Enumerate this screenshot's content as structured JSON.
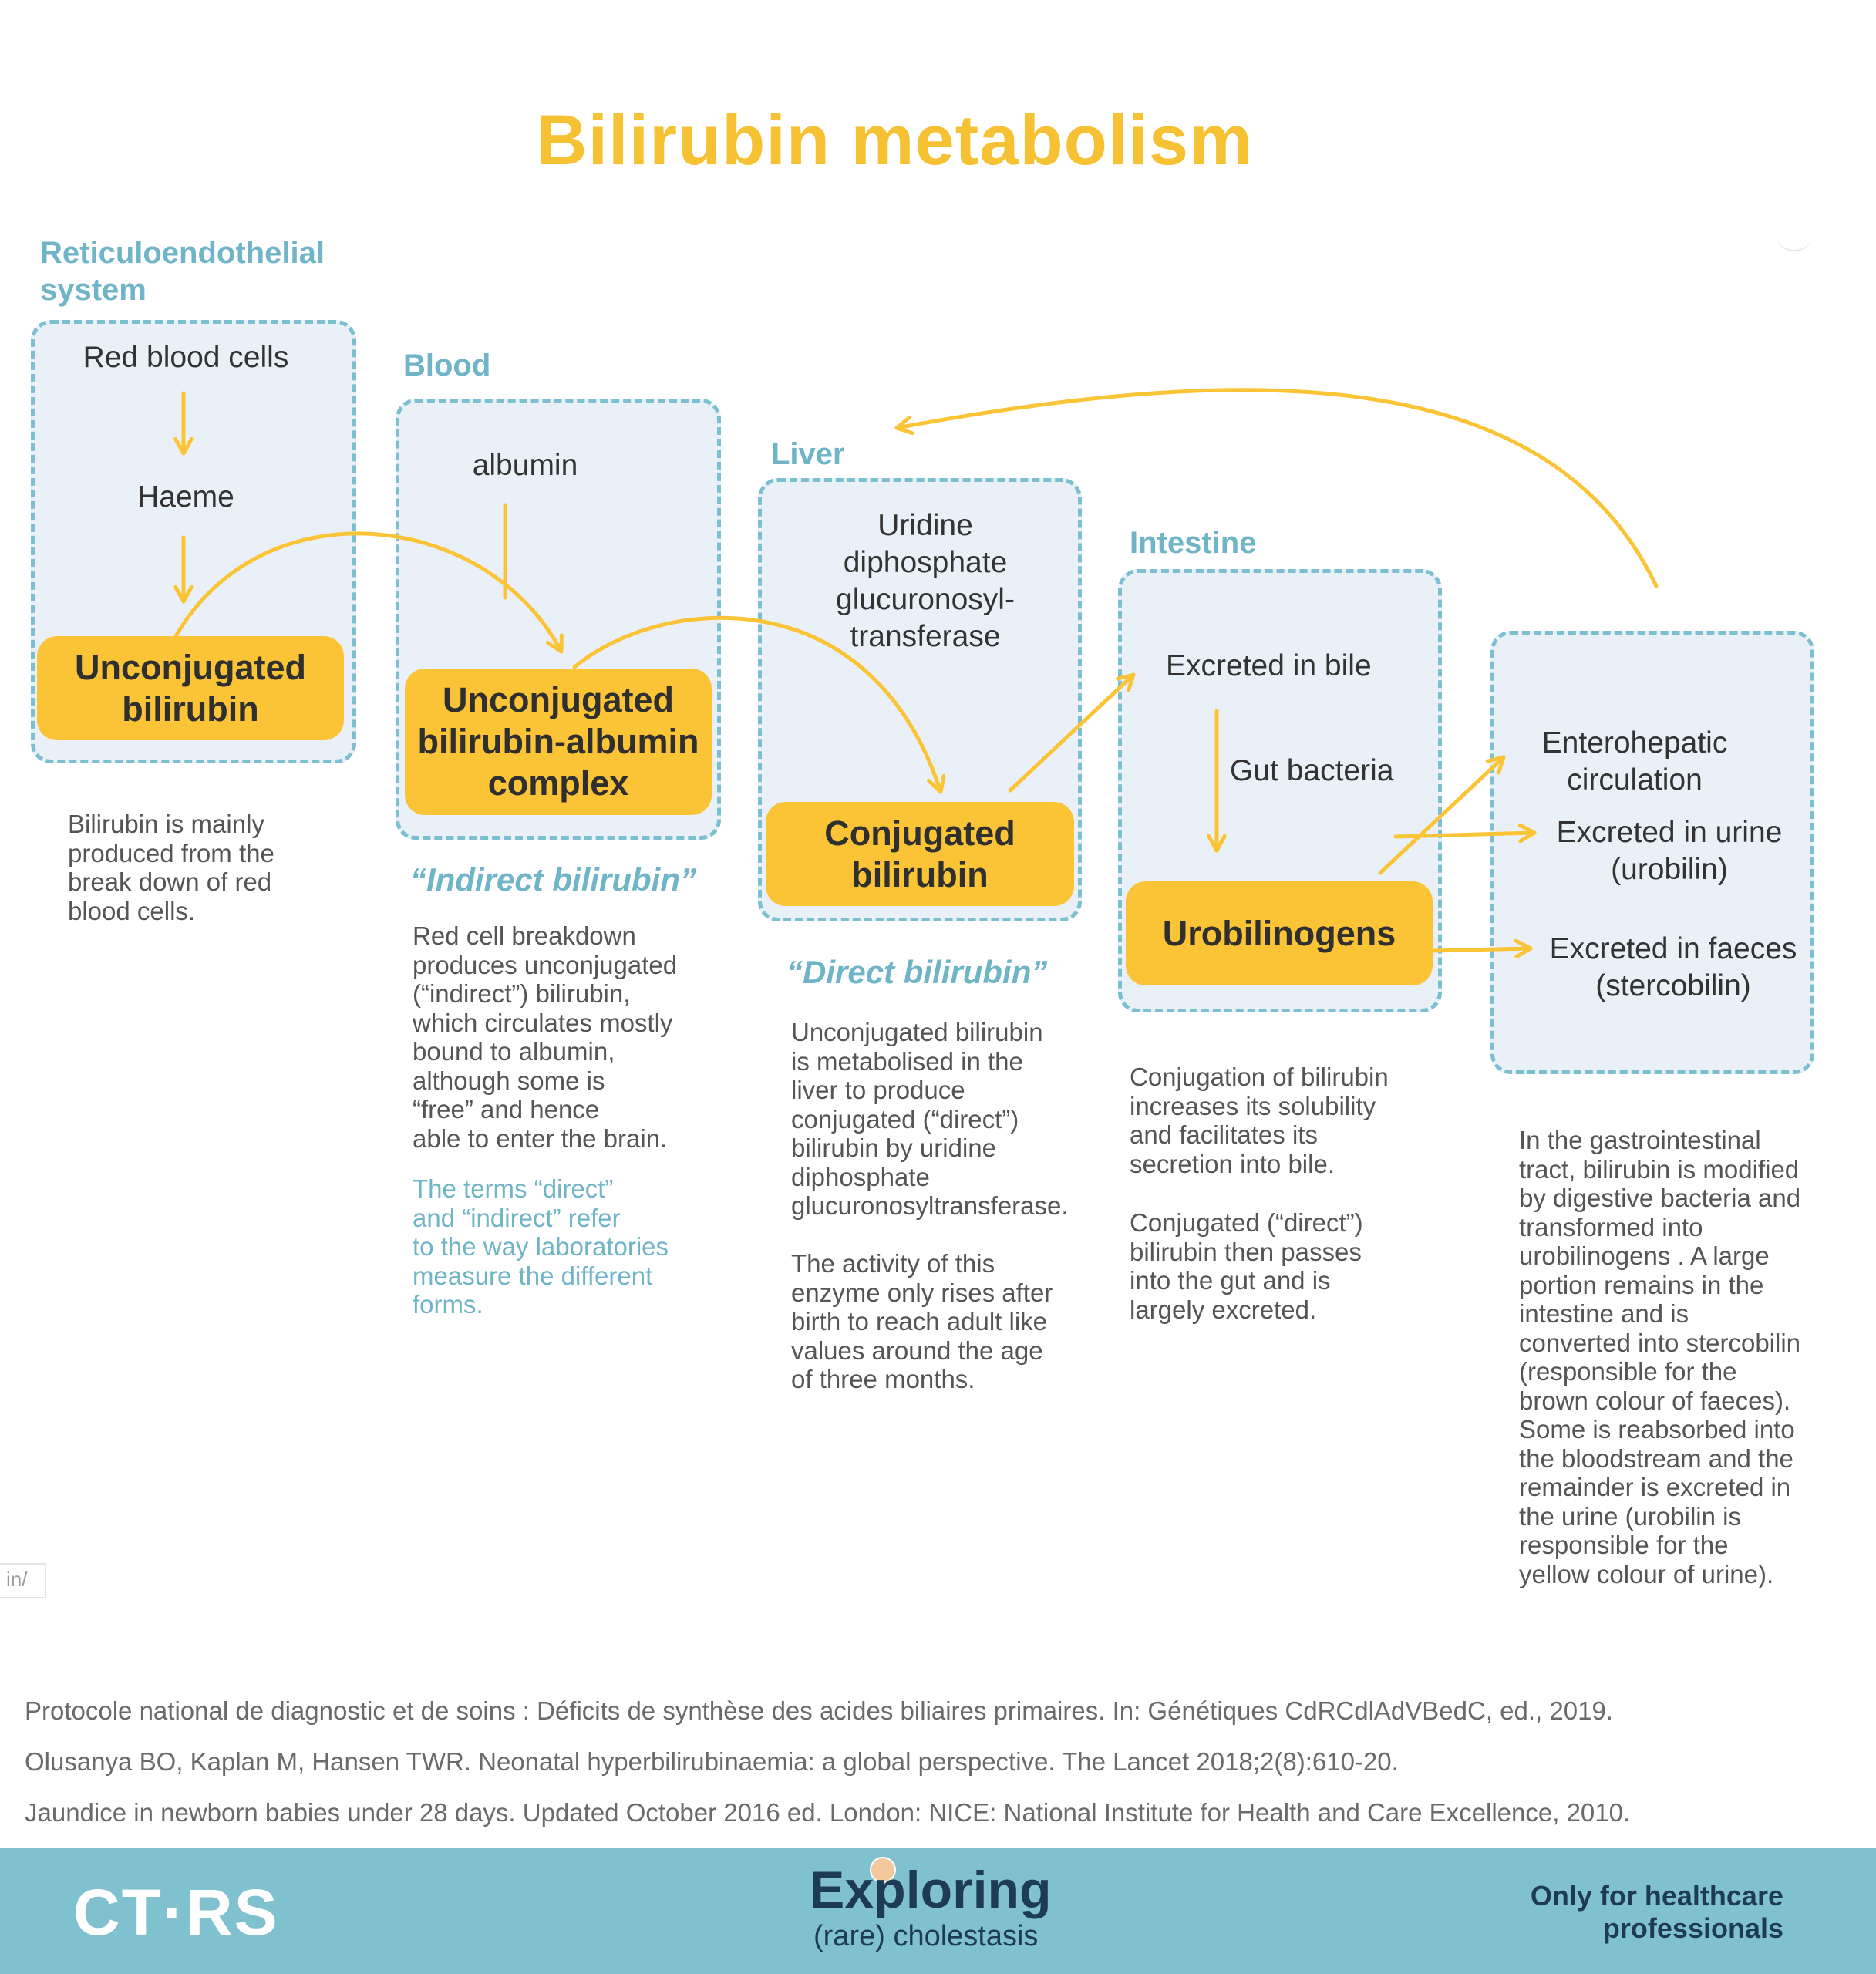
{
  "title": "Bilirubin metabolism",
  "sections": {
    "reticulo": {
      "label": "Reticuloendothelial\nsystem",
      "red_blood_cells": "Red blood cells",
      "haeme": "Haeme",
      "pill": "Unconjugated\nbilirubin",
      "desc": "Bilirubin is mainly\nproduced from the\nbreak down of red\nblood cells."
    },
    "blood": {
      "label": "Blood",
      "albumin": "albumin",
      "pill": "Unconjugated\nbilirubin-albumin\ncomplex",
      "quote": "“Indirect bilirubin”",
      "desc": "Red cell breakdown\nproduces unconjugated\n(“indirect”) bilirubin,\nwhich circulates mostly\nbound to albumin,\nalthough some is\n“free” and hence\nable to enter the brain.",
      "note": "The terms “direct”\nand “indirect” refer\nto the way laboratories\nmeasure the different\nforms."
    },
    "liver": {
      "label": "Liver",
      "enzyme": "Uridine\ndiphosphate\nglucuronosyl-\ntransferase",
      "pill": "Conjugated\nbilirubin",
      "quote": "“Direct bilirubin”",
      "desc": "Unconjugated bilirubin\nis metabolised in the\nliver to produce\nconjugated (“direct”)\nbilirubin by uridine\ndiphosphate\nglucuronosyltransferase.",
      "desc2": "The activity of this\nenzyme only rises after\nbirth to reach adult like\nvalues around the age\nof three months."
    },
    "intestine": {
      "label": "Intestine",
      "bile": "Excreted in bile",
      "gut": "Gut bacteria",
      "pill": "Urobilinogens",
      "desc": "Conjugation of bilirubin\nincreases its solubility\nand facilitates its\nsecretion into bile.",
      "desc2": "Conjugated (“direct”)\nbilirubin then passes\ninto the gut and is\nlargely excreted."
    },
    "outcomes": {
      "entero": "Enterohepatic\ncirculation",
      "urine": "Excreted in urine\n(urobilin)",
      "faeces": "Excreted in faeces\n(stercobilin)",
      "desc": "In the gastrointestinal\ntract, bilirubin is modified\nby digestive bacteria and\ntransformed into\nurobilinogens . A large\nportion remains in the\nintestine and is\nconverted into stercobilin\n(responsible for the\nbrown colour of faeces).\nSome is reabsorbed into\nthe bloodstream and the\nremainder is excreted in\nthe urine (urobilin is\nresponsible for the\nyellow colour of urine)."
    }
  },
  "side_tab": "in/",
  "references": [
    "Protocole national de diagnostic et de soins : Déficits de synthèse des acides biliaires primaires. In: Génétiques CdRCdlAdVBedC, ed., 2019.",
    "Olusanya BO, Kaplan M, Hansen TWR. Neonatal hyperbilirubinaemia: a global perspective. The Lancet 2018;2(8):610-20.",
    "Jaundice in newborn babies under 28 days. Updated October 2016 ed. London: NICE: National Institute for Health and Care Excellence, 2010."
  ],
  "footer": {
    "logo_left": "CT·RS",
    "logo_center": "Exploring",
    "logo_center_sub": "(rare) cholestasis",
    "right_text": "Only for healthcare\nprofessionals"
  },
  "colors": {
    "accent_yellow": "#fbc436",
    "title_yellow": "#f6c133",
    "label_blue": "#6fb4c7",
    "box_bg": "#e9f0f8",
    "footer_bg": "#80c1d0"
  }
}
